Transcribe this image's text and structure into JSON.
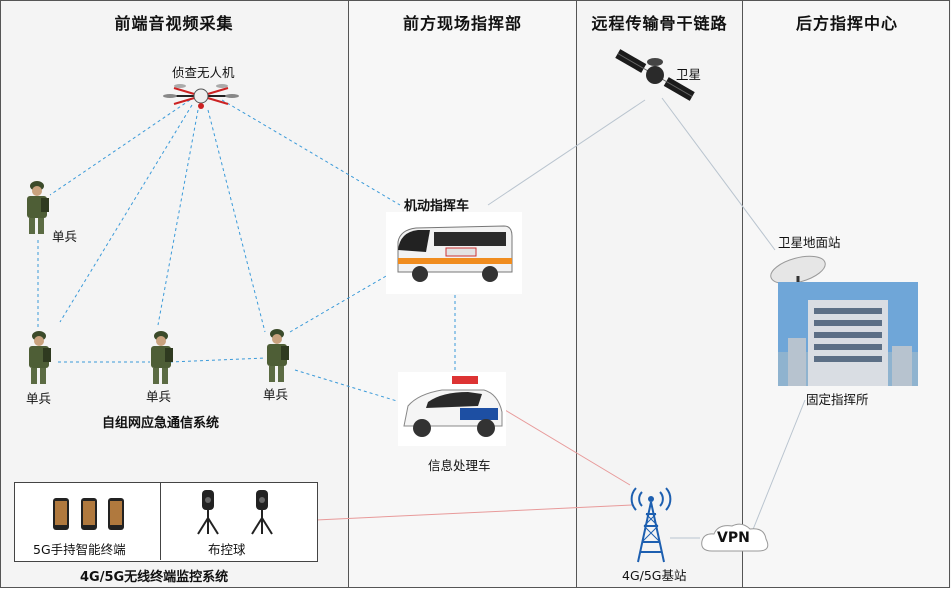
{
  "columns": [
    {
      "title": "前端音视频采集"
    },
    {
      "title": "前方现场指挥部"
    },
    {
      "title": "远程传输骨干链路"
    },
    {
      "title": "后方指挥中心"
    }
  ],
  "nodes": {
    "drone": "侦查无人机",
    "soldier": "单兵",
    "satellite": "卫星",
    "command_vehicle": "机动指挥车",
    "info_vehicle": "信息处理车",
    "ground_station": "卫星地面站",
    "fixed_command": "固定指挥所",
    "base_station": "4G/5G基站",
    "vpn": "VPN",
    "terminal": "5G手持智能终端",
    "dome_camera": "布控球"
  },
  "groups": {
    "adhoc_system": "自组网应急通信系统",
    "wireless_system": "4G/5G无线终端监控系统"
  },
  "colors": {
    "dashed_link": "#3a9ad9",
    "satellite_link": "#b9c4cf",
    "cellular_link": "#e89a9a",
    "column_shade": "#f3f3f3"
  }
}
